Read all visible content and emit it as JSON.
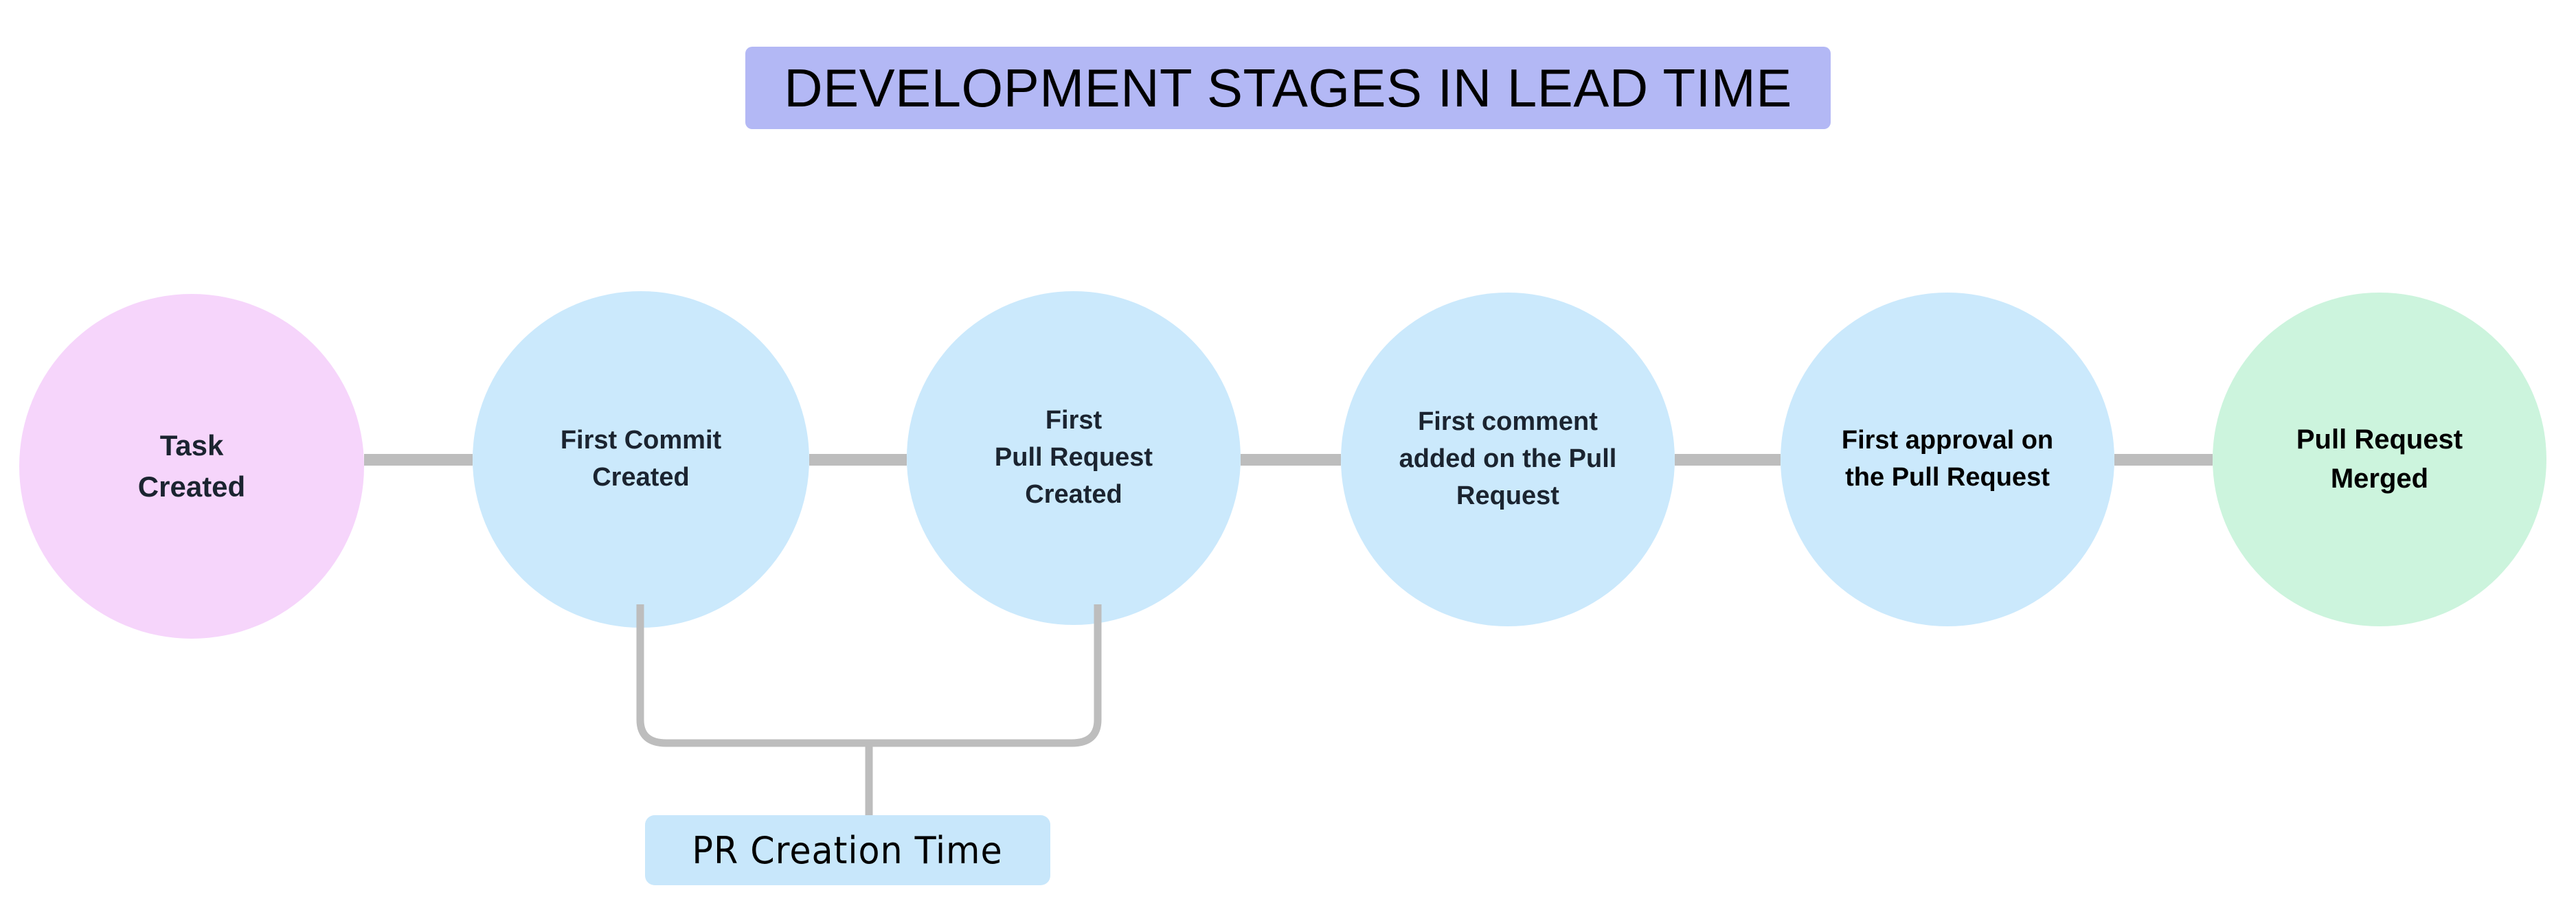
{
  "title": {
    "text": "DEVELOPMENT STAGES IN LEAD TIME",
    "background_color": "#b3b8f5",
    "text_color": "#000000"
  },
  "colors": {
    "start_node": "#f6d5fb",
    "middle_node": "#cbe9fc",
    "end_node": "#ccf4dd",
    "connector": "#bdbdbd",
    "measure_badge": "#c8e7fb",
    "node_text": "#1b2430"
  },
  "stages": [
    {
      "id": "task-created",
      "label": "Task\nCreated",
      "fill": "#f6d5fb"
    },
    {
      "id": "first-commit",
      "label": "First Commit\nCreated",
      "fill": "#cbe9fc"
    },
    {
      "id": "first-pull-request",
      "label": "First\nPull Request\nCreated",
      "fill": "#cbe9fc"
    },
    {
      "id": "first-comment",
      "label": "First comment\nadded on the Pull\nRequest",
      "fill": "#cbe9fc"
    },
    {
      "id": "first-approval",
      "label": "First approval on\nthe Pull Request",
      "fill": "#cbe9fc"
    },
    {
      "id": "pull-request-merged",
      "label": "Pull Request\nMerged",
      "fill": "#ccf4dd"
    }
  ],
  "measures": [
    {
      "id": "pr-creation-time",
      "label": "PR Creation Time",
      "from": "first-commit",
      "to": "first-pull-request",
      "background_color": "#c8e7fb"
    }
  ]
}
